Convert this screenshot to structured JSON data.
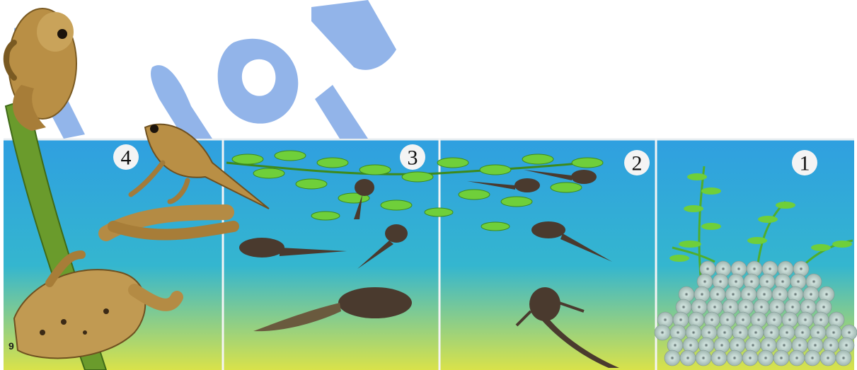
{
  "stages": [
    {
      "id": "stage-4",
      "label": "4"
    },
    {
      "id": "stage-3",
      "label": "3"
    },
    {
      "id": "stage-2",
      "label": "2"
    },
    {
      "id": "stage-1",
      "label": "1"
    }
  ],
  "corner_number": "9",
  "colors": {
    "water_top": "#2f9fe0",
    "water_bottom": "#d9e24a",
    "plant_green": "#6fcf3a",
    "watermark": "#7fa8e6",
    "frog": "#b98f45",
    "tadpole": "#4a3a2e",
    "stem": "#6a9b2c"
  }
}
